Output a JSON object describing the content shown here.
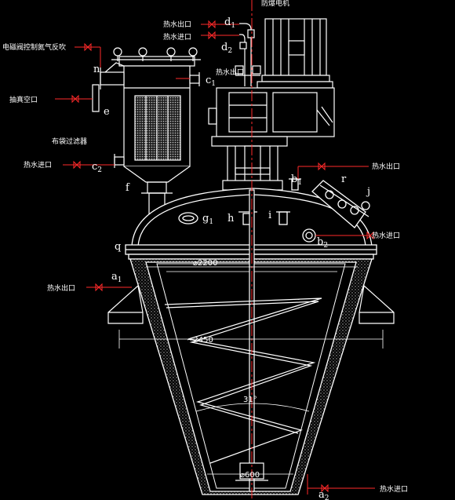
{
  "colors": {
    "background": "#000000",
    "line": "#ffffff",
    "pipe": "#ff2a2a",
    "valve": "#ff2a2a",
    "insulation": "#b0b0b0",
    "centerline": "#ff2a2a"
  },
  "annotations": {
    "motor": "防爆电机",
    "hot_water_out_top": "热水出口",
    "hot_water_in_top": "热水进口",
    "solenoid_nitrogen": "电磁阀控制氮气反吹",
    "vacuum_port": "抽真空口",
    "bag_filter": "布袋过滤器",
    "hot_water_in_filter": "热水进口",
    "hot_water_out_c1": "热水出口",
    "hot_water_out_right": "热水出口",
    "hot_water_in_right": "热水进口",
    "hot_water_out_a1": "热水出口",
    "hot_water_in_bottom": "热水进口"
  },
  "letters": {
    "d1": "d",
    "d1_sub": "1",
    "d2": "d",
    "d2_sub": "2",
    "n": "n",
    "c1": "c",
    "c1_sub": "1",
    "e": "e",
    "c2": "c",
    "c2_sub": "2",
    "f": "f",
    "b1": "b",
    "b1_sub": "1",
    "r": "r",
    "j": "j",
    "g1": "g",
    "g1_sub": "1",
    "h": "h",
    "i": "i",
    "b2": "b",
    "b2_sub": "2",
    "q": "q",
    "a1": "a",
    "a1_sub": "1",
    "a2": "a",
    "a2_sub": "2"
  },
  "dimensions": {
    "top_diameter": "⌀2200",
    "mid_width": "~2450",
    "angle": "31°",
    "bottom_diameter": "⌀600"
  }
}
